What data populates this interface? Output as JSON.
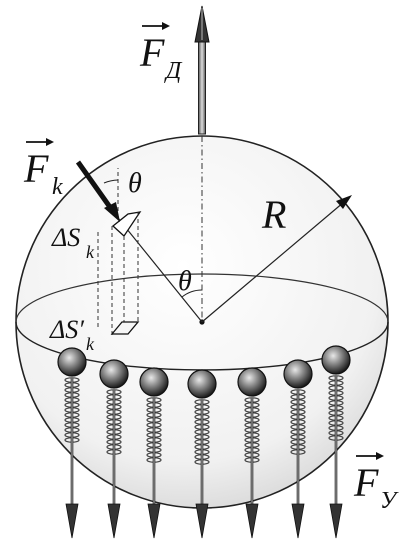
{
  "labels": {
    "f_d": {
      "main": "F",
      "sub": "Д"
    },
    "f_k": {
      "main": "F",
      "sub": "k"
    },
    "theta_top": "θ",
    "theta_center": "θ",
    "radius": "R",
    "ds_k": {
      "main": "ΔS",
      "sub": "k"
    },
    "ds_k_prime": {
      "main": "ΔS′",
      "sub": "k"
    },
    "f_y": {
      "main": "F",
      "sub": "У"
    }
  },
  "colors": {
    "sphere_fill": "#f2f2f2",
    "stroke": "#111111",
    "ball_dark": "#2a2a2a",
    "ball_light": "#d8d8d8",
    "spring": "#444444"
  }
}
